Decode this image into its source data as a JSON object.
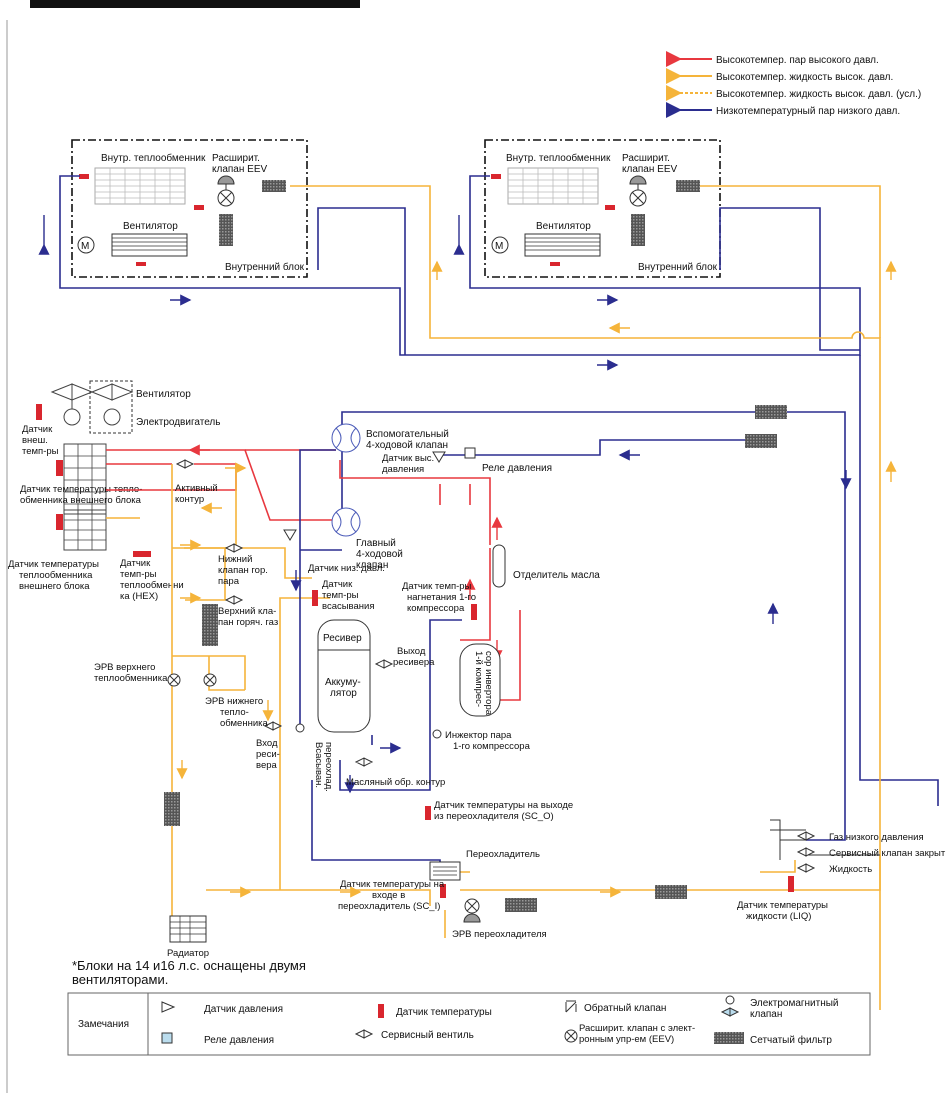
{
  "legend_top": {
    "hot_gas": "Высокотемпер. пар высокого давл.",
    "hot_liquid": "Высокотемпер. жидкость высок. давл.",
    "hot_liquid_cond": "Высокотемпер. жидкость высок. давл. (усл.)",
    "cold_gas": "Низкотемпературный пар низкого давл."
  },
  "indoor_units": [
    {
      "hex": "Внутр. теплообменник",
      "eev_1": "Расширит.",
      "eev_2": "клапан EEV",
      "fan": "Вентилятор",
      "block": "Внутренний блок"
    },
    {
      "hex": "Внутр. теплообменник",
      "eev_1": "Расширит.",
      "eev_2": "клапан EEV",
      "fan": "Вентилятор",
      "block": "Внутренний блок"
    }
  ],
  "outdoor": {
    "fan": "Вентилятор",
    "motor": "Электродвигатель",
    "sensor_out_1": "Датчик",
    "sensor_out_2": "внеш.",
    "sensor_out_3": "темп-ры",
    "sensor_hex1_1": "Датчик температуры тепло-",
    "sensor_hex1_2": "обменника внешнего блока",
    "active_1": "Активный",
    "active_2": "контур",
    "sensor_hex2_1": "Датчик температуры",
    "sensor_hex2_2": "теплообменника",
    "sensor_hex2_3": "внешнего блока",
    "sensor_hexT_1": "Датчик",
    "sensor_hexT_2": "темп-ры",
    "sensor_hexT_3": "теплообменни",
    "sensor_hexT_4": "ка (HEX)",
    "lower_valve_1": "Нижний",
    "lower_valve_2": "клапан гор.",
    "lower_valve_3": "пара",
    "upper_valve_1": "Верхний кла-",
    "upper_valve_2": "пан горяч. газ",
    "eev_up_1": "ЭРВ верхнего",
    "eev_up_2": "теплообменника",
    "eev_low_1": "ЭРВ нижнего",
    "eev_low_2": "тепло-",
    "eev_low_3": "обменника",
    "radiator": "Радиатор",
    "aux4_1": "Вспомогательный",
    "aux4_2": "4-ходовой клапан",
    "hp_sensor_1": "Датчик выс.",
    "hp_sensor_2": "давления",
    "pswitch": "Реле давления",
    "main4_1": "Главный",
    "main4_2": "4-ходовой",
    "main4_3": "клапан",
    "lp_sensor": "Датчик низ. давл.",
    "oil_sep": "Отделитель масла",
    "suct_1": "Датчик",
    "suct_2": "темп-ры",
    "suct_3": "всасывания",
    "disch_1": "Датчик темп-ры",
    "disch_2": "нагнетания 1-го",
    "disch_3": "компрессора",
    "receiver": "Ресивер",
    "rec_out_1": "Выход",
    "rec_out_2": "ресивера",
    "accum_1": "Аккуму-",
    "accum_2": "лятор",
    "comp_1": "1-й компрес-",
    "comp_2": "сор инвертора",
    "injector_1": "Инжектор пара",
    "injector_2": "1-го компрессора",
    "rec_in_1": "Вход",
    "rec_in_2": "реси-",
    "rec_in_3": "вера",
    "suct_sub_1": "Всасыван.",
    "suct_sub_2": "переохлад.",
    "oil_return": "Масляный обр. контур",
    "sc_o_1": "Датчик температуры на выходе",
    "sc_o_2": "из переохладителя (SC_O)",
    "subcooler": "Переохладитель",
    "sc_i_1": "Датчик температуры на",
    "sc_i_2": "входе  в",
    "sc_i_3": "переохладитель (SC_I)",
    "eev_sub": "ЭРВ переохладителя",
    "gas_low": "Газ низкого давления",
    "svc_closed": "Сервисный клапан закрыт",
    "liquid": "Жидкость",
    "liq_sensor_1": "Датчик температуры",
    "liq_sensor_2": "жидкости (LIQ)"
  },
  "note_1": "*Блоки на 14 и16 л.с. оснащены двумя",
  "note_2": "вентиляторами.",
  "legend_bottom": {
    "title": "Замечания",
    "pressure_sensor": "Датчик давления",
    "pressure_switch": "Реле давления",
    "temp_sensor": "Датчик температуры",
    "service_valve": "Сервисный вентиль",
    "check_valve": "Обратный клапан",
    "eev_1": "Расширит. клапан с элект-",
    "eev_2": "ронным упр-ем (EEV)",
    "solenoid_1": "Электромагнитный",
    "solenoid_2": "клапан",
    "strainer": "Сетчатый фильтр"
  },
  "colors": {
    "hot_gas": "#e8383f",
    "hot_liquid": "#f5b43a",
    "cold_gas": "#2b2d8f",
    "sensor": "#d9262e"
  }
}
